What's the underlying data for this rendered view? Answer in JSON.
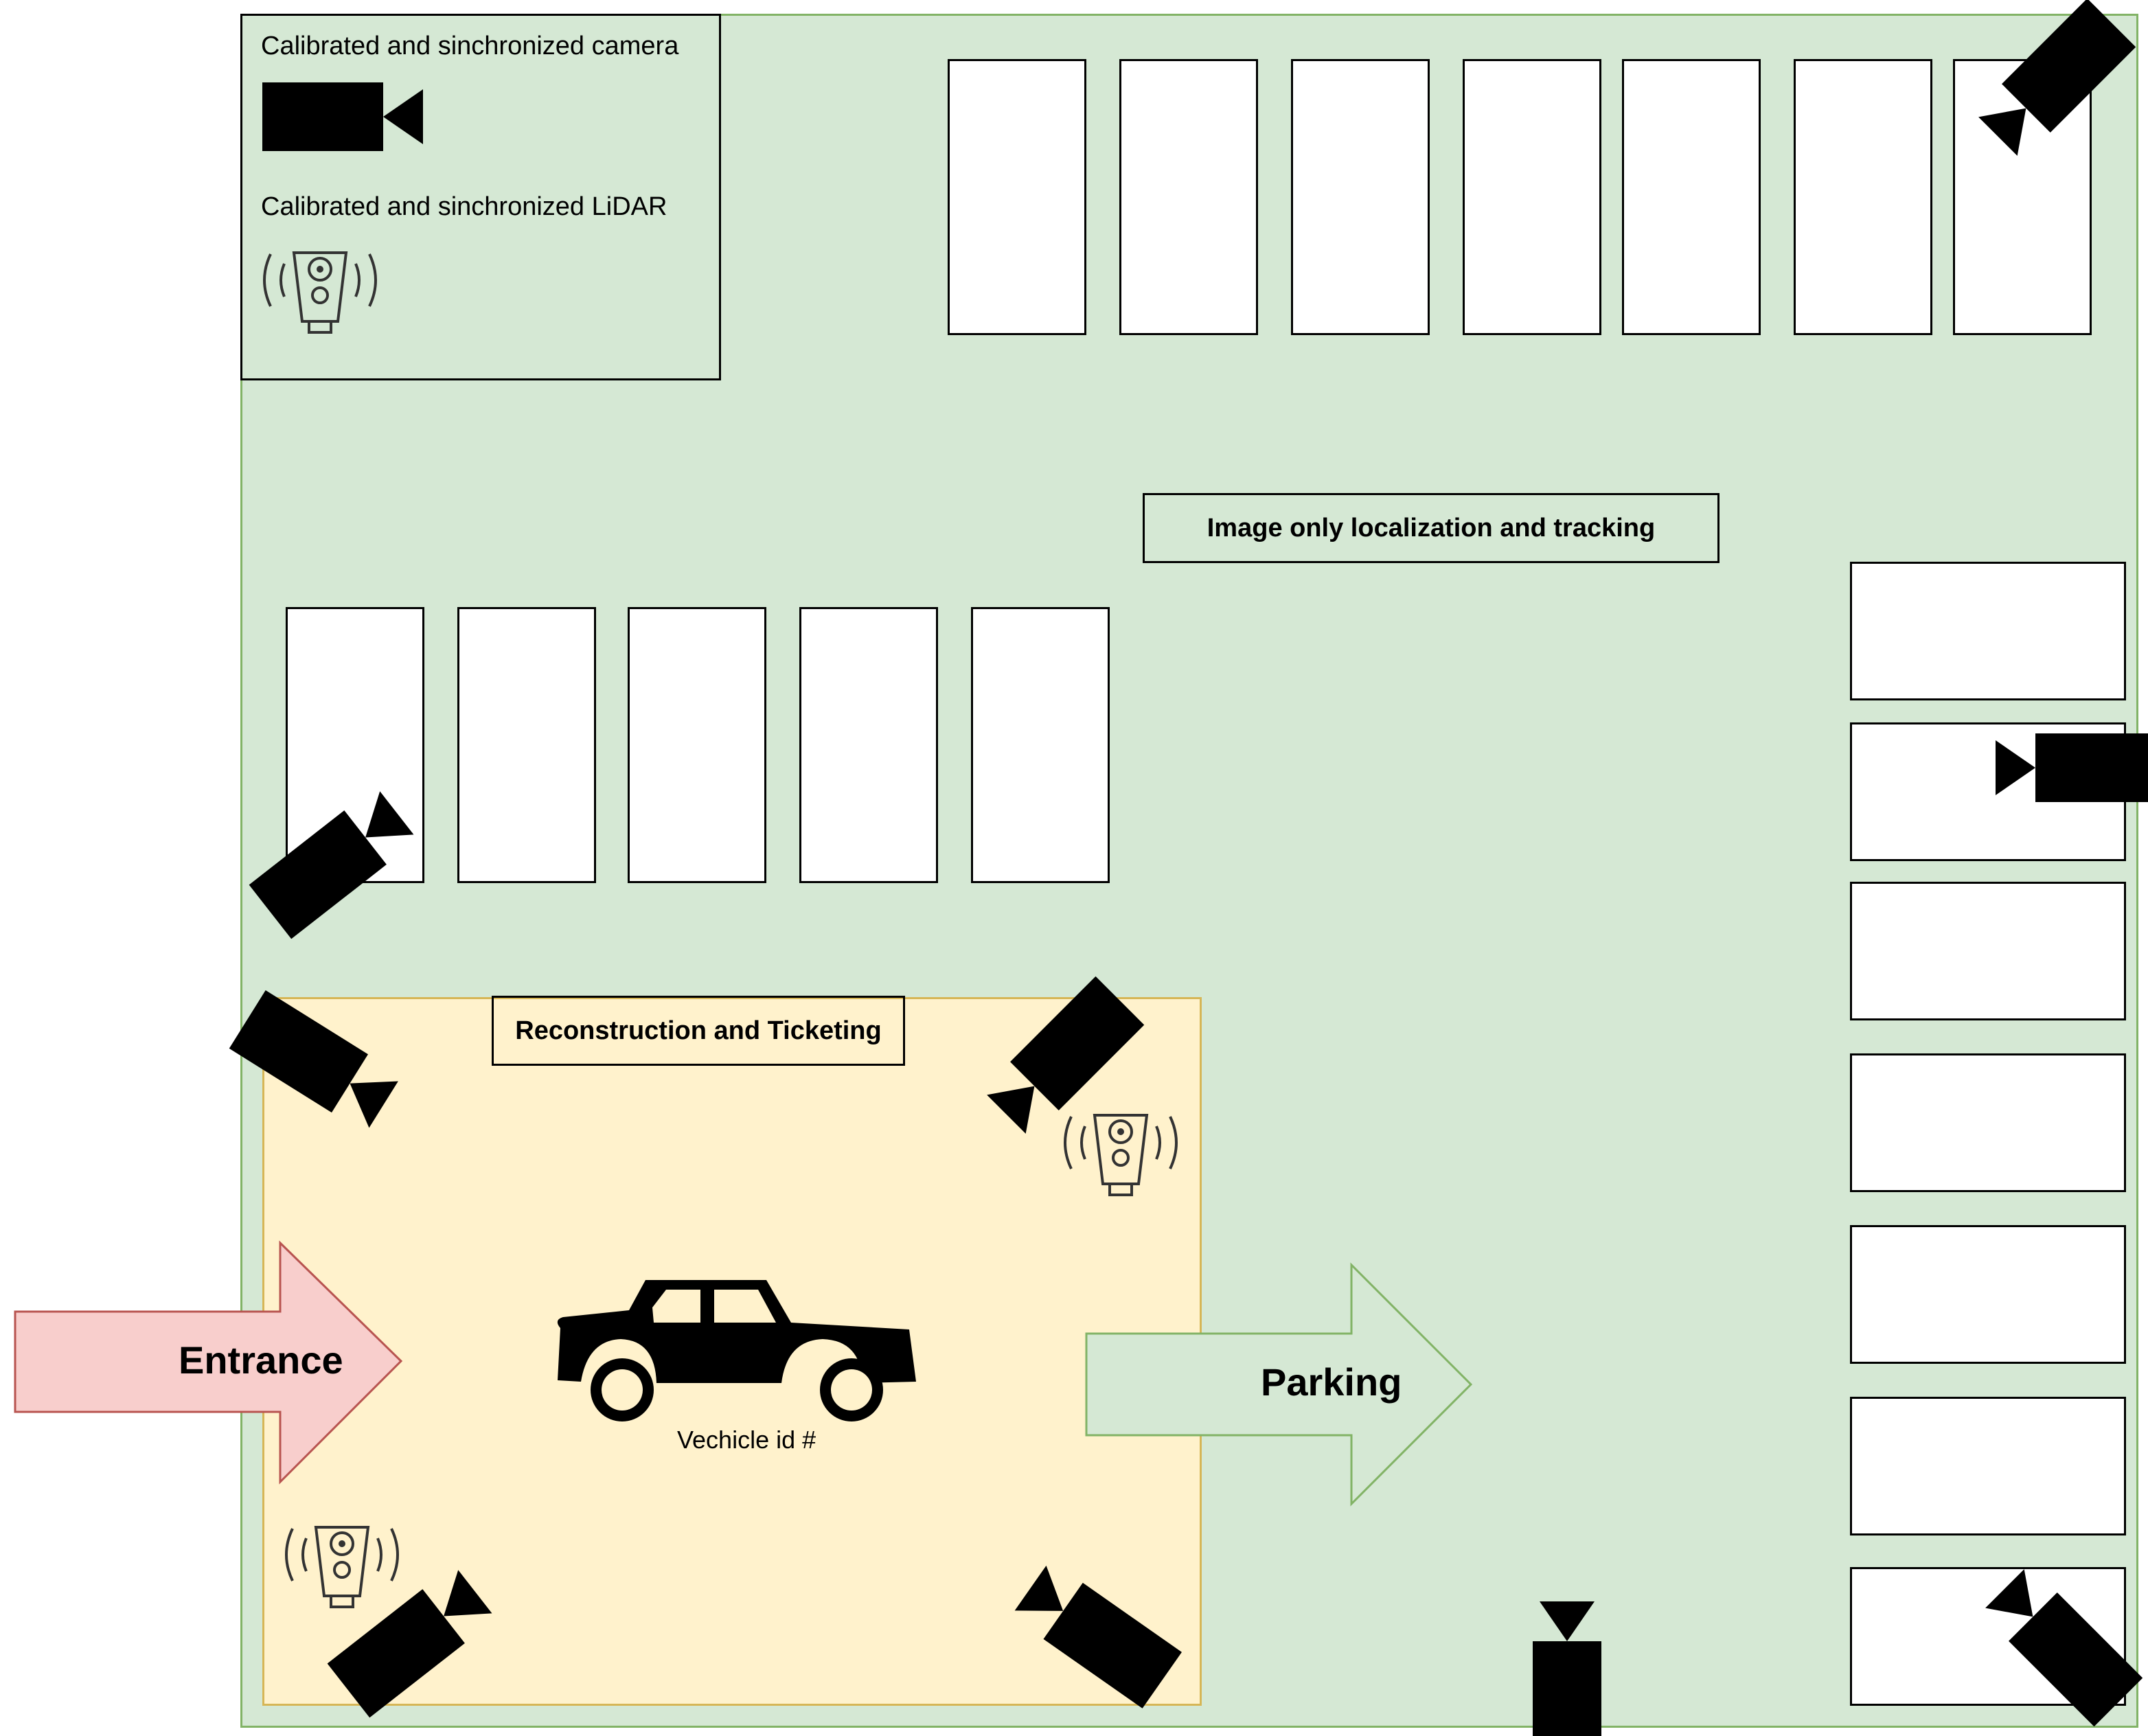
{
  "legend": {
    "camera_label": "Calibrated and sinchronized camera",
    "lidar_label": "Calibrated and sinchronized LiDAR"
  },
  "zones": {
    "tracking_label": "Image only localization and tracking",
    "reconstruction_label": "Reconstruction and Ticketing"
  },
  "arrows": {
    "entrance_label": "Entrance",
    "parking_label": "Parking"
  },
  "vehicle": {
    "id_label": "Vechicle id #"
  },
  "colors": {
    "lot_fill": "#d5e8d4",
    "lot_border": "#82b366",
    "zone_fill": "#fff2cc",
    "zone_border": "#d6b656",
    "entrance_fill": "#f8cecc",
    "entrance_border": "#b85450"
  }
}
